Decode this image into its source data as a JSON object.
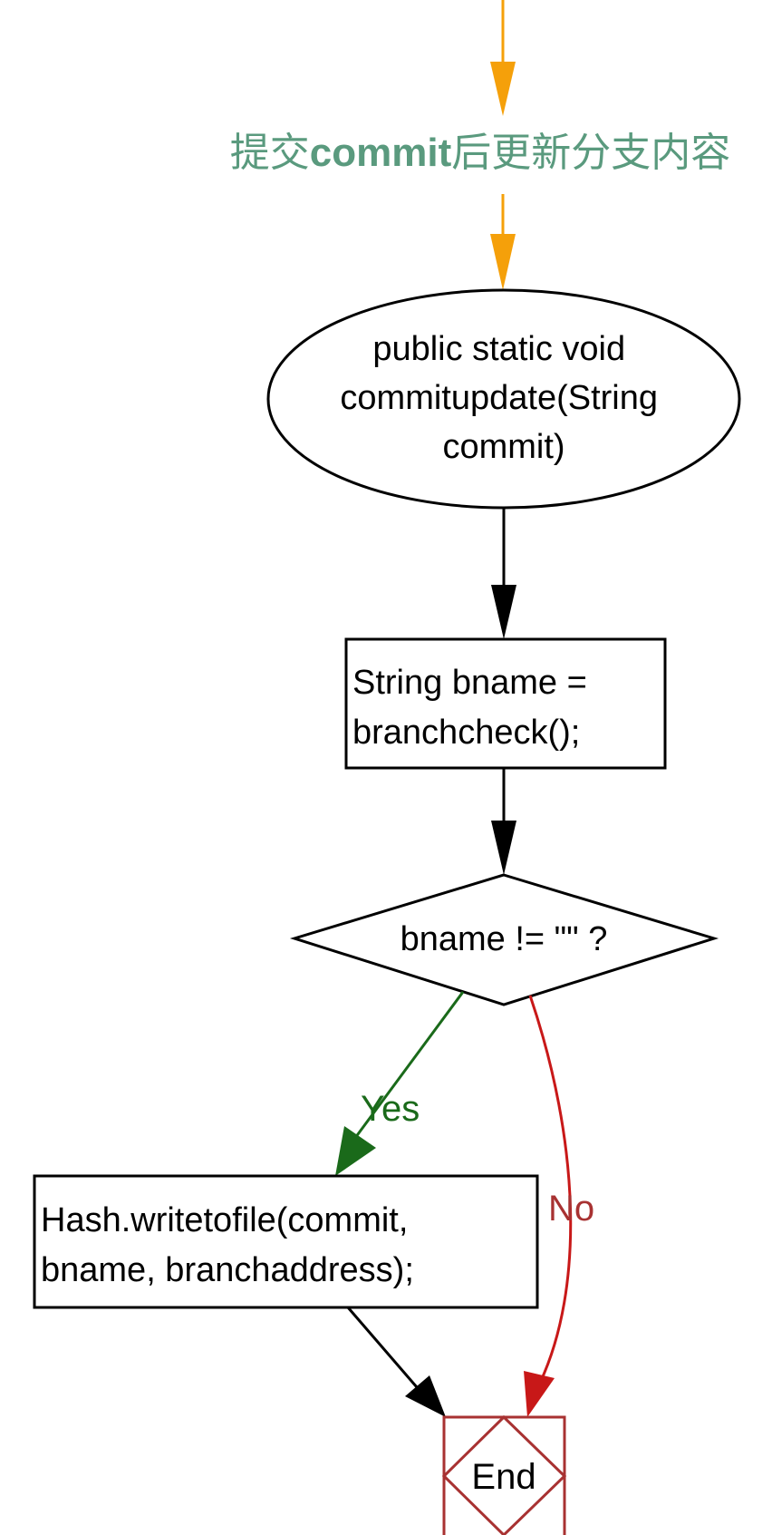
{
  "caption": {
    "text_before": "提交",
    "text_bold": "commit",
    "text_after": "后更新分支内容"
  },
  "nodes": {
    "start": {
      "lines": [
        "public static void",
        "commitupdate(String",
        "commit)"
      ]
    },
    "assign": {
      "lines": [
        "String bname =",
        "branchcheck();"
      ]
    },
    "decision": {
      "text": "bname != \"\" ?"
    },
    "action": {
      "lines": [
        "Hash.writetofile(commit,",
        "bname, branchaddress);"
      ]
    },
    "end": {
      "text": "End"
    }
  },
  "edges": {
    "yes_label": "Yes",
    "no_label": "No"
  },
  "colors": {
    "caption": "#5a9a7e",
    "entry_arrow": "#f5a00a",
    "yes": "#1a6a1a",
    "no": "#c81818",
    "end_border": "#a83232",
    "line": "#000000"
  }
}
